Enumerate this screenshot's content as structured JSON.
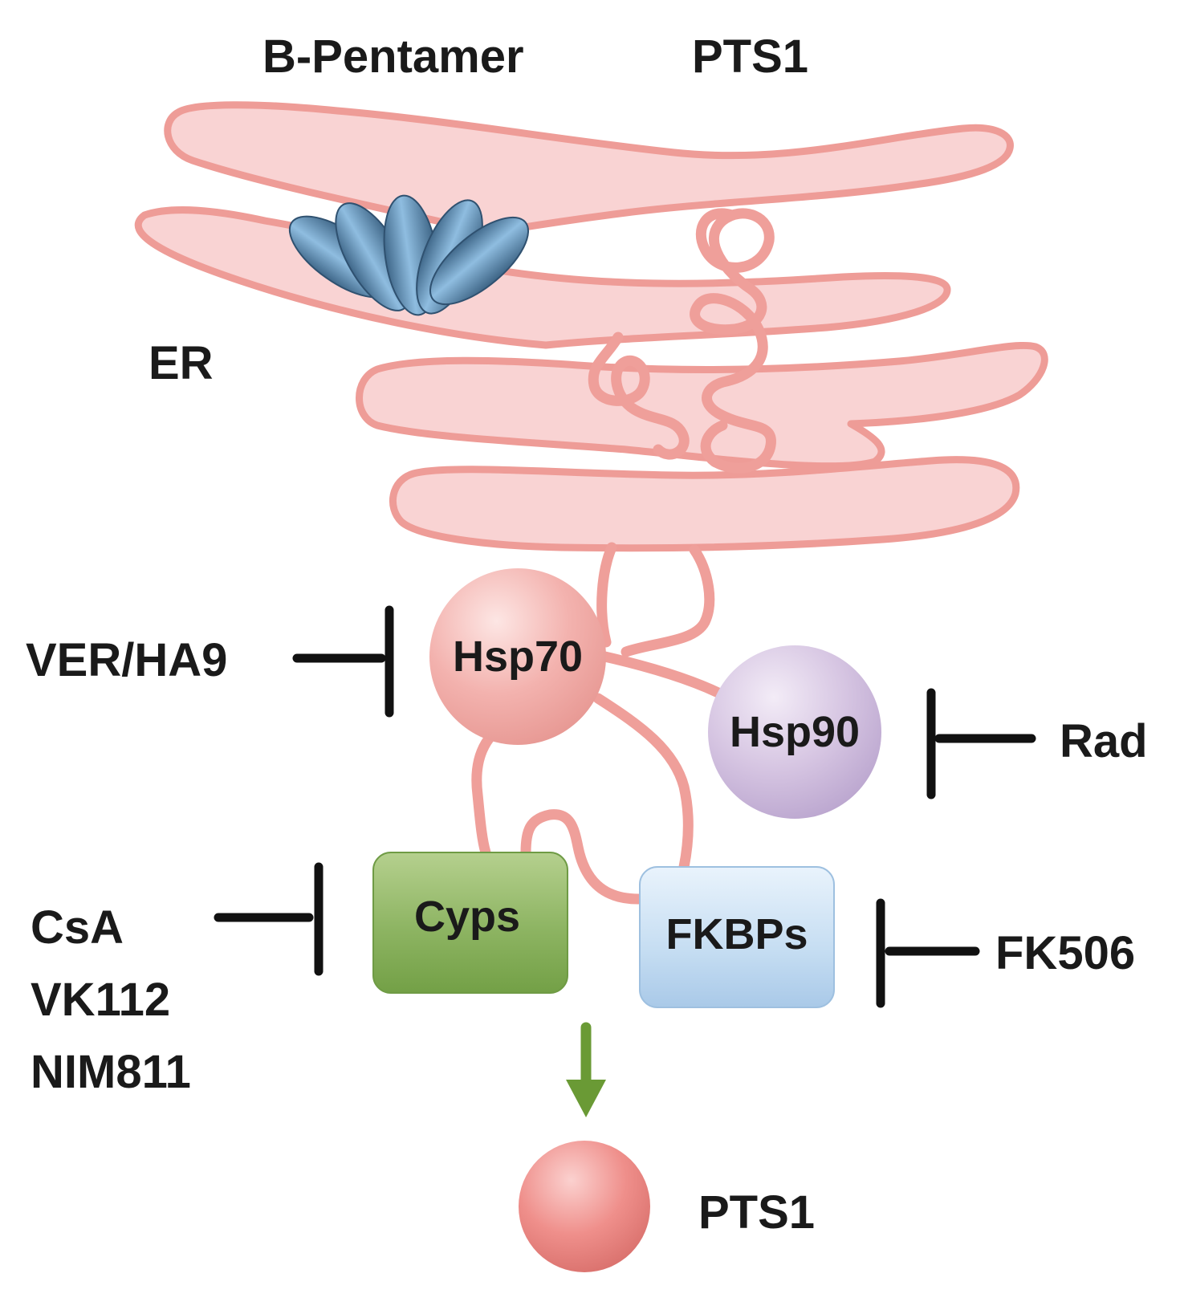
{
  "labels": {
    "b_pentamer": "B-Pentamer",
    "pts1_top": "PTS1",
    "er": "ER",
    "ver_ha9": "VER/HA9",
    "rad": "Rad",
    "csa": "CsA",
    "vk112": "VK112",
    "nim811": "NIM811",
    "fk506": "FK506",
    "pts1_bottom": "PTS1"
  },
  "nodes": {
    "hsp70": "Hsp70",
    "hsp90": "Hsp90",
    "cyps": "Cyps",
    "fkbps": "FKBPs"
  },
  "colors": {
    "er_fill": "#f9d3d3",
    "er_stroke": "#ee9c97",
    "chain": "#ef9f9a",
    "pentamer": "#5f8fb5",
    "hsp70": "#f3b1ad",
    "hsp90": "#d5c3e0",
    "cyps": "#8cb060",
    "fkbps": "#c4dcf1",
    "pts1_ball": "#ee8d89",
    "inhibitor": "#111111",
    "arrow": "#6a9a35"
  }
}
